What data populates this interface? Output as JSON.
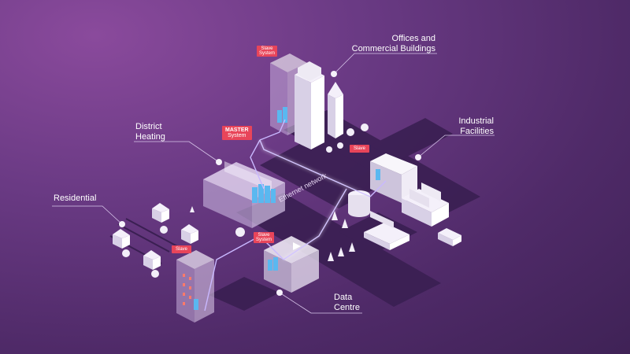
{
  "labels": {
    "offices_line1": "Offices and",
    "offices_line2": "Commercial Buildings",
    "industrial_line1": "Industrial",
    "industrial_line2": "Facilities",
    "district_line1": "District",
    "district_line2": "Heating",
    "residential": "Residential",
    "datacentre_line1": "Data",
    "datacentre_line2": "Centre",
    "ethernet": "Ethernet network"
  },
  "tags": {
    "offices_line1": "Slave",
    "offices_line2": "System",
    "master_line1": "MASTER",
    "master_line2": "System",
    "industrial": "Slave",
    "datacentre_line1": "Slave",
    "datacentre_line2": "System",
    "residential": "Slave"
  },
  "colors": {
    "background": "#5a2f74",
    "tag": "#e8455a",
    "network_glow": "#c9b8ff",
    "storage_tank": "#5ab8f0"
  }
}
